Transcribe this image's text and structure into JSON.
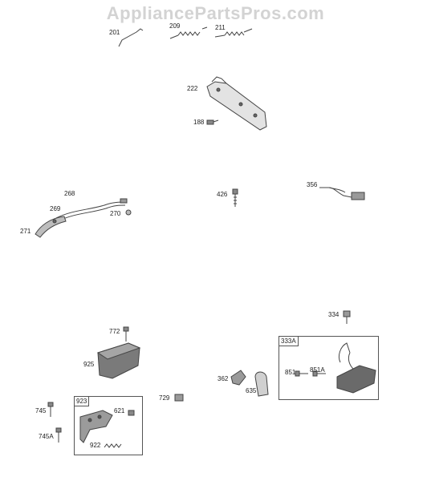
{
  "watermark": "AppliancePartsPros.com",
  "parts": {
    "p201": "201",
    "p209": "209",
    "p211": "211",
    "p222": "222",
    "p188": "188",
    "p268": "268",
    "p269": "269",
    "p270": "270",
    "p271": "271",
    "p426": "426",
    "p356": "356",
    "p334": "334",
    "p333A": "333A",
    "p772": "772",
    "p925": "925",
    "p851": "851",
    "p851A": "851A",
    "p362": "362",
    "p635": "635",
    "p729": "729",
    "p923": "923",
    "p621": "621",
    "p745": "745",
    "p745A": "745A",
    "p922": "922"
  },
  "colors": {
    "line": "#444444",
    "fill_dark": "#6e6e6e",
    "fill_mid": "#a8a8a8",
    "fill_light": "#d9d9d9"
  }
}
